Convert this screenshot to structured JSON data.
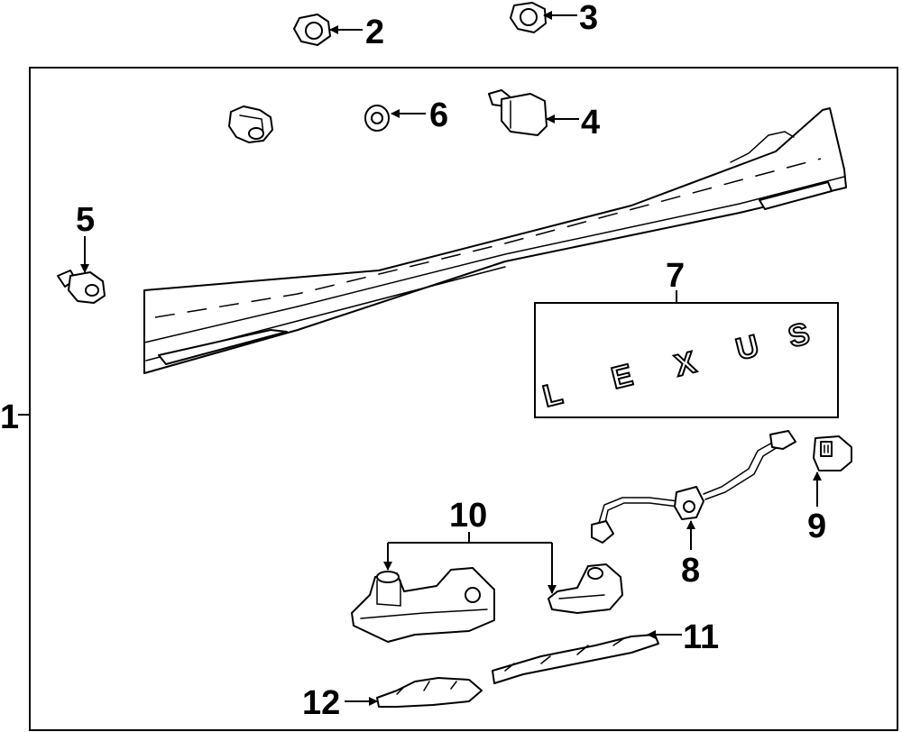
{
  "callouts": {
    "c1": "1",
    "c2": "2",
    "c3": "3",
    "c4": "4",
    "c5": "5",
    "c6": "6",
    "c7": "7",
    "c8": "8",
    "c9": "9",
    "c10": "10",
    "c11": "11",
    "c12": "12"
  },
  "emblem": {
    "letters": [
      "L",
      "E",
      "X",
      "U",
      "S"
    ]
  }
}
